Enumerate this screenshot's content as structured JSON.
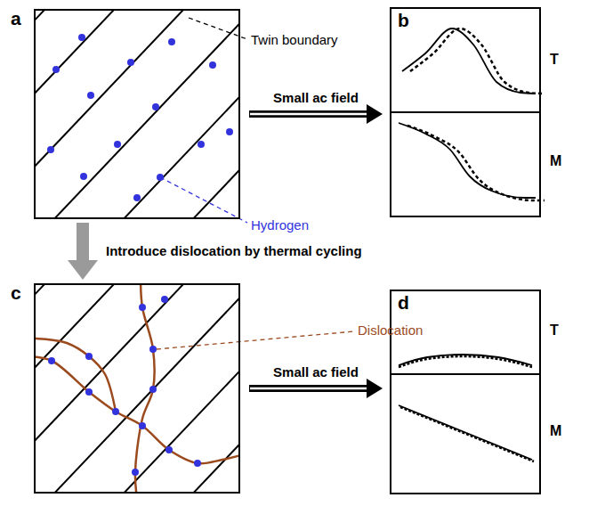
{
  "diagram": {
    "nodes": [
      {
        "text": [
          "a"
        ]
      },
      {
        "text": [
          "b"
        ]
      },
      {
        "text": [
          "c"
        ]
      },
      {
        "text": [
          "d"
        ]
      }
    ],
    "edges": [
      {
        "from": 0,
        "to": 1,
        "arrow": "to",
        "label": "Small ac field"
      },
      {
        "from": 0,
        "to": 2,
        "arrow": "to",
        "label": "Introduce dislocation by thermal cycling"
      },
      {
        "from": 2,
        "to": 3,
        "arrow": "to",
        "label": "Small ac field"
      }
    ],
    "labels": [
      "Twin boundary",
      "Hydrogen",
      "T",
      "M",
      "Dislocation",
      "T",
      "M"
    ]
  }
}
